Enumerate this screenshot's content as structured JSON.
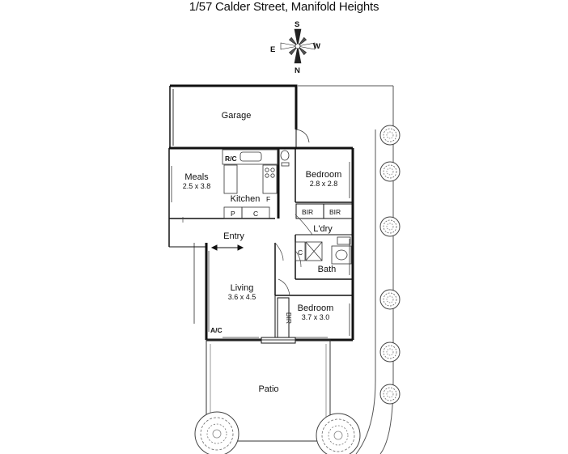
{
  "title": "1/57 Calder Street, Manifold Heights",
  "compass": {
    "north": "N",
    "south": "S",
    "east": "E",
    "west": "W"
  },
  "rooms": {
    "garage": {
      "name": "Garage"
    },
    "meals": {
      "name": "Meals",
      "dims": "2.5 x 3.8"
    },
    "kitchen": {
      "name": "Kitchen"
    },
    "bedroom1": {
      "name": "Bedroom",
      "dims": "2.8 x 2.8"
    },
    "entry": {
      "name": "Entry"
    },
    "laundry": {
      "name": "L'dry"
    },
    "bath": {
      "name": "Bath"
    },
    "living": {
      "name": "Living",
      "dims": "3.6 x 4.5"
    },
    "bedroom2": {
      "name": "Bedroom",
      "dims": "3.7 x 3.0"
    },
    "patio": {
      "name": "Patio"
    }
  },
  "fixtures": {
    "rc": "R/C",
    "fridge": "F",
    "pantry": "P",
    "cupboard": "C",
    "bir1": "BIR",
    "bir2": "BIR",
    "bath_cupboard": "C",
    "bir3": "BIR",
    "ac": "A/C"
  }
}
